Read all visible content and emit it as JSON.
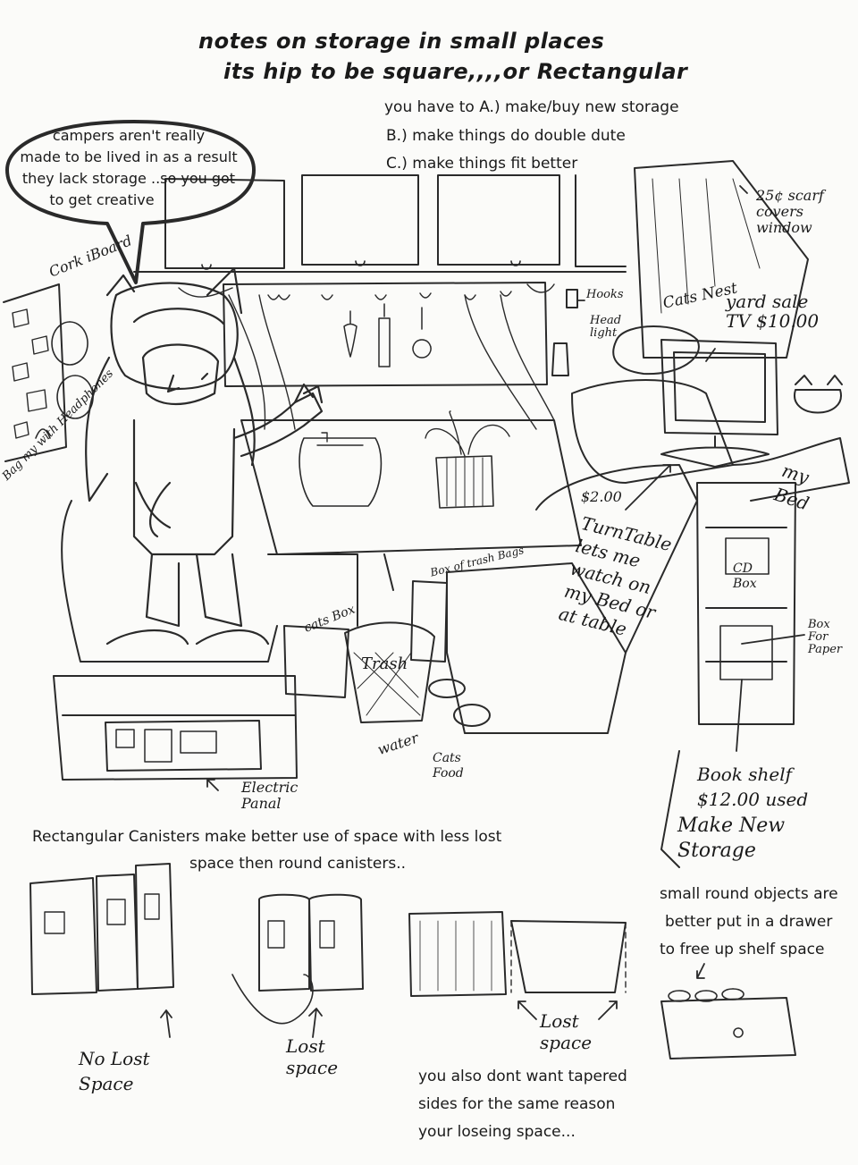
{
  "title": {
    "line1": "notes on storage in small places",
    "line2": "its hip to be square,,,,or Rectangular"
  },
  "options": {
    "a": "you have to A.) make/buy new storage",
    "b": "B.) make things do double dute",
    "c": "C.) make things fit better"
  },
  "bubble": {
    "line1": "campers aren't really",
    "line2": "made to be lived in as a result",
    "line3": "they lack storage ..so you got",
    "line4": "to get creative"
  },
  "labels": {
    "cork_board": "Cork iBoard",
    "bag": "Bag my with Headphones",
    "hooks": "Hooks",
    "head_light": "Head light",
    "cats_nest": "Cats Nest",
    "scarf": "25¢ scarf covers window",
    "tv": "yard sale TV $10.00",
    "my_bed": "my Bed",
    "turntable_price": "$2.00",
    "turntable": "TurnTable lets me watch on my Bed or at table",
    "cd_box": "CD Box",
    "paper_box": "Box For Paper",
    "trash_bags": "Box of trash Bags",
    "cats_box": "cats Box",
    "trash": "Trash",
    "water": "water",
    "cats_food": "Cats Food",
    "electric": "Electric Panal",
    "bookshelf": "Book shelf $12.00 used",
    "make_new": "Make New Storage"
  },
  "notes": {
    "rect_1": "Rectangular Canisters make better use of space with less lost",
    "rect_2": "space then round canisters..",
    "small_1": "small round objects are",
    "small_2": "better put in a drawer",
    "small_3": "to free up shelf space",
    "tapered_1": "you also dont want tapered",
    "tapered_2": "sides for the same reason",
    "tapered_3": "your loseing space..."
  },
  "diagram_labels": {
    "no_lost": "No Lost Space",
    "lost": "Lost space",
    "lost2": "Lost space"
  }
}
